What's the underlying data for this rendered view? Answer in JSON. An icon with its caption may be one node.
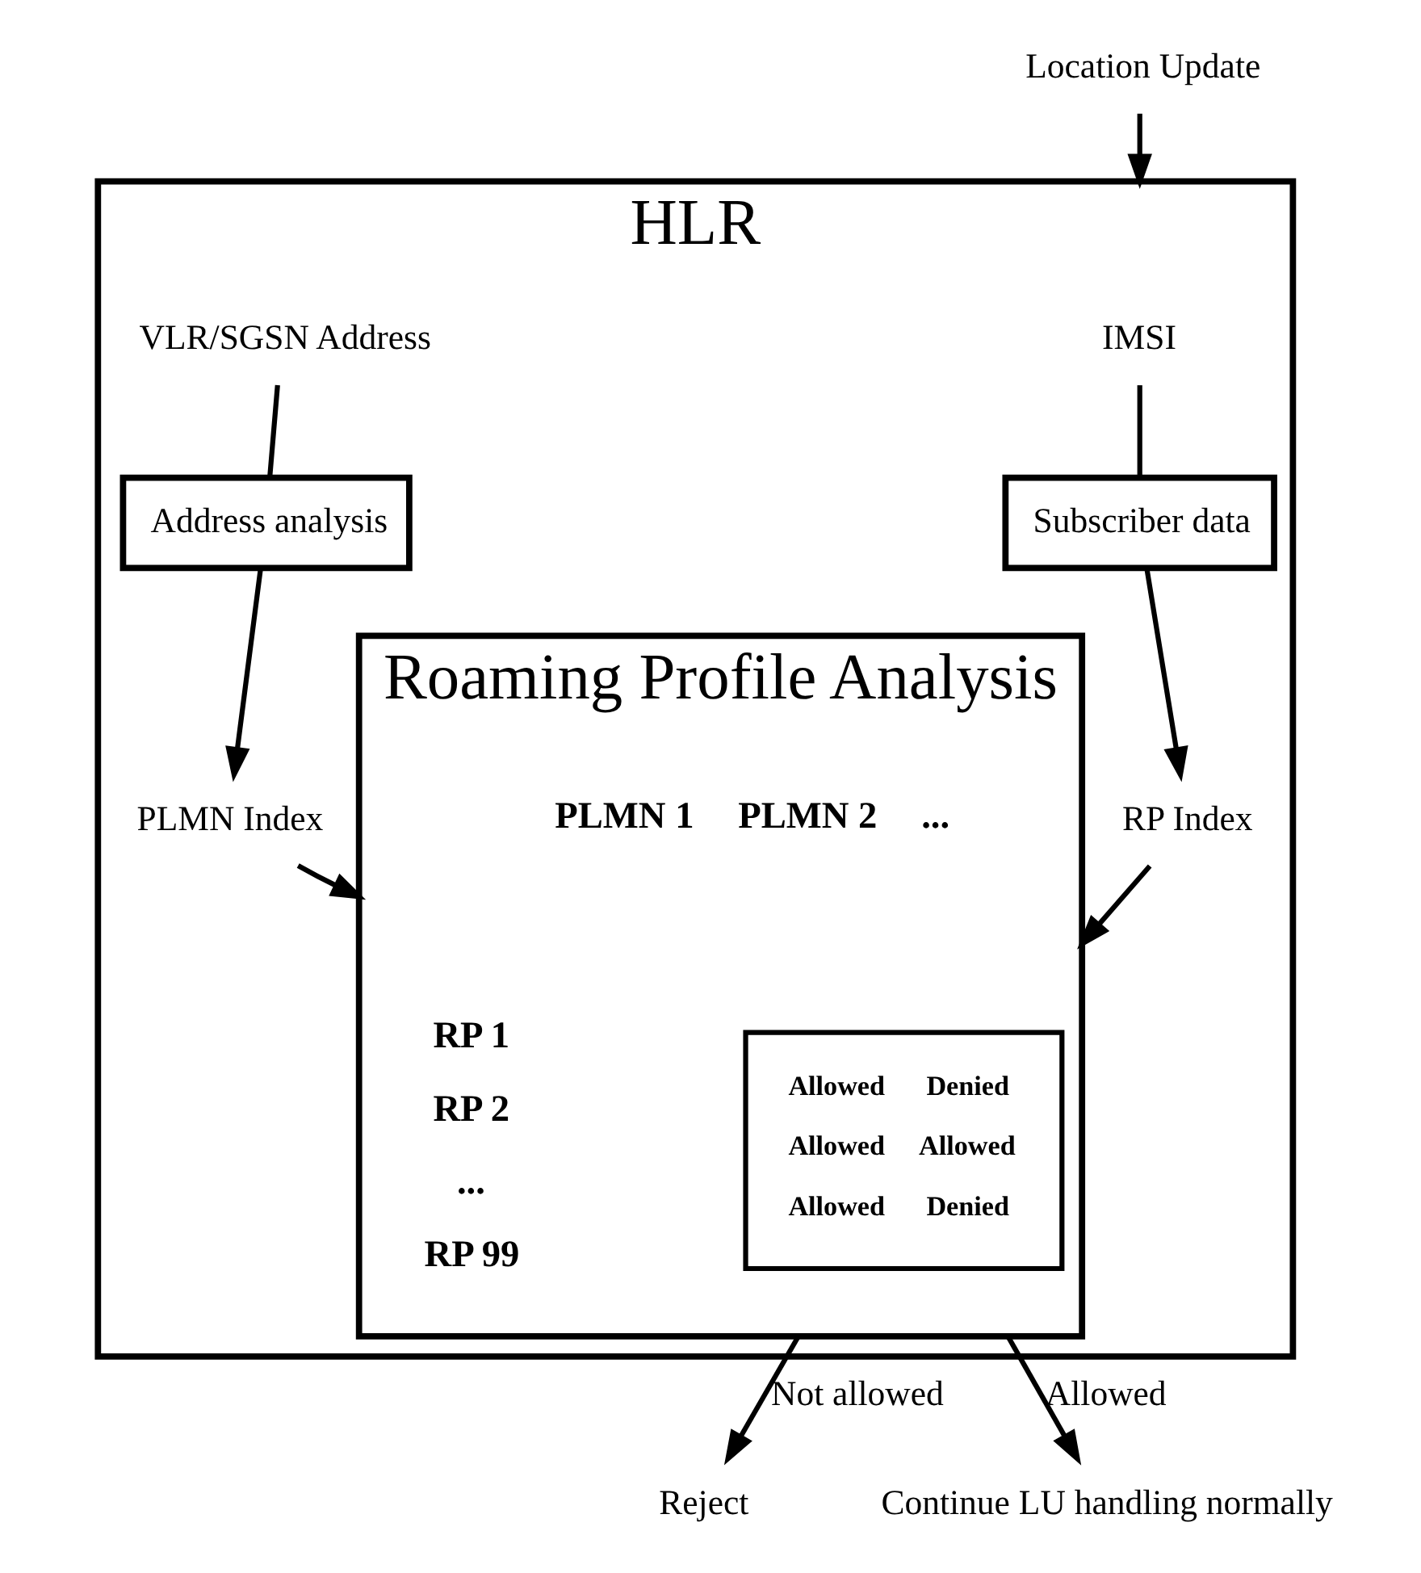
{
  "diagram": {
    "nodes": [
      {
        "text": [
          "HLR"
        ]
      },
      {
        "text": [
          "Location Update"
        ]
      },
      {
        "text": [
          "IMSI"
        ],
        "in": 0
      },
      {
        "text": [
          "VLR/SGSN Address"
        ],
        "in": 0
      },
      {
        "text": [
          "Subscriber data"
        ],
        "in": 0
      },
      {
        "text": [
          "Address analysis"
        ],
        "in": 0
      },
      {
        "text": [
          "RP Index"
        ],
        "in": 0
      },
      {
        "text": [
          "PLMN Index"
        ],
        "in": 0
      },
      {
        "text": [
          "Roaming Profile Analysis",
          "PLMN 1",
          "PLMN 2",
          "...",
          "RP 1",
          "RP 2",
          "...",
          "RP 99"
        ],
        "in": 0
      },
      {
        "text": [
          "Allowed",
          "Denied",
          "Allowed",
          "Allowed",
          "Allowed",
          "Denied"
        ],
        "in": 8
      },
      {
        "text": [
          "Reject"
        ]
      },
      {
        "text": [
          "Continue LU handling normally"
        ]
      }
    ],
    "edges": [
      {
        "from": 1,
        "to": 0,
        "arrow": "to"
      },
      {
        "from": 2,
        "to": 4,
        "arrow": "none"
      },
      {
        "from": 3,
        "to": 5,
        "arrow": "none"
      },
      {
        "from": 4,
        "to": 6,
        "arrow": "to"
      },
      {
        "from": 5,
        "to": 7,
        "arrow": "to"
      },
      {
        "from": 6,
        "to": 8,
        "arrow": "to"
      },
      {
        "from": 7,
        "to": 8,
        "arrow": "to"
      },
      {
        "from": 8,
        "to": 10,
        "label": "Not allowed",
        "arrow": "to"
      },
      {
        "from": 8,
        "to": 11,
        "label": "Allowed",
        "arrow": "to"
      }
    ]
  }
}
